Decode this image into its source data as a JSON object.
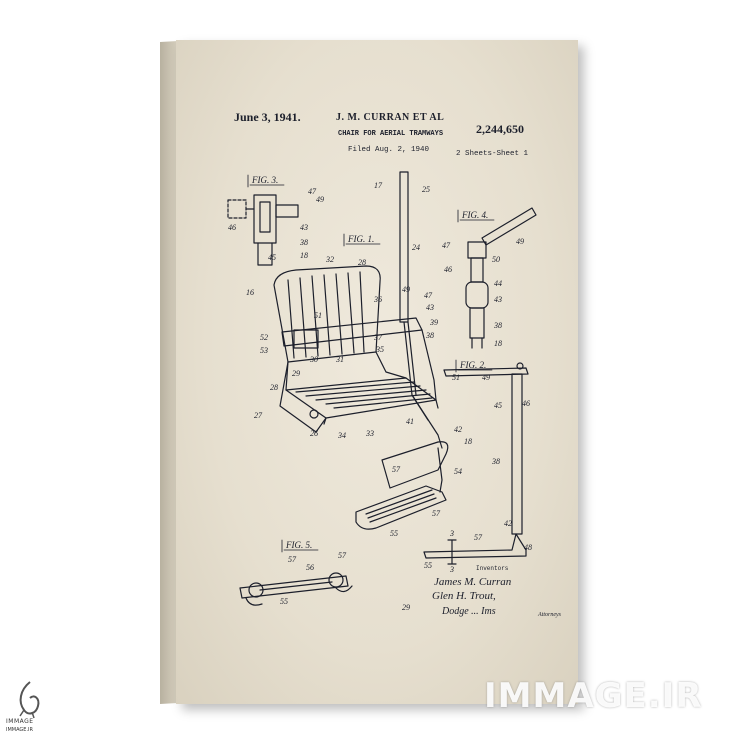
{
  "patent": {
    "date": "June 3, 1941.",
    "inventor_header": "J. M. CURRAN ET AL",
    "patent_number": "2,244,650",
    "subtitle": "CHAIR FOR AERIAL TRAMWAYS",
    "filed": "Filed Aug. 2, 1940",
    "sheets": "2 Sheets-Sheet 1",
    "inventors_label": "Inventors",
    "signature_1": "James M. Curran",
    "signature_2": "Glen H. Trout,",
    "attorney_signature": "Dodge ... Ims",
    "attorney_label": "Attorneys"
  },
  "figure_labels": {
    "fig1": "FIG. 1.",
    "fig2": "FIG. 2.",
    "fig3": "FIG. 3.",
    "fig4": "FIG. 4.",
    "fig5": "FIG. 5."
  },
  "brand": {
    "watermark": "IMMAGE.IR",
    "logo_line1": "IMMAGE",
    "logo_line2": "IMMAGE.IR"
  },
  "colors": {
    "ink": "#1c1f2b",
    "paper": "#e8e2d3"
  }
}
